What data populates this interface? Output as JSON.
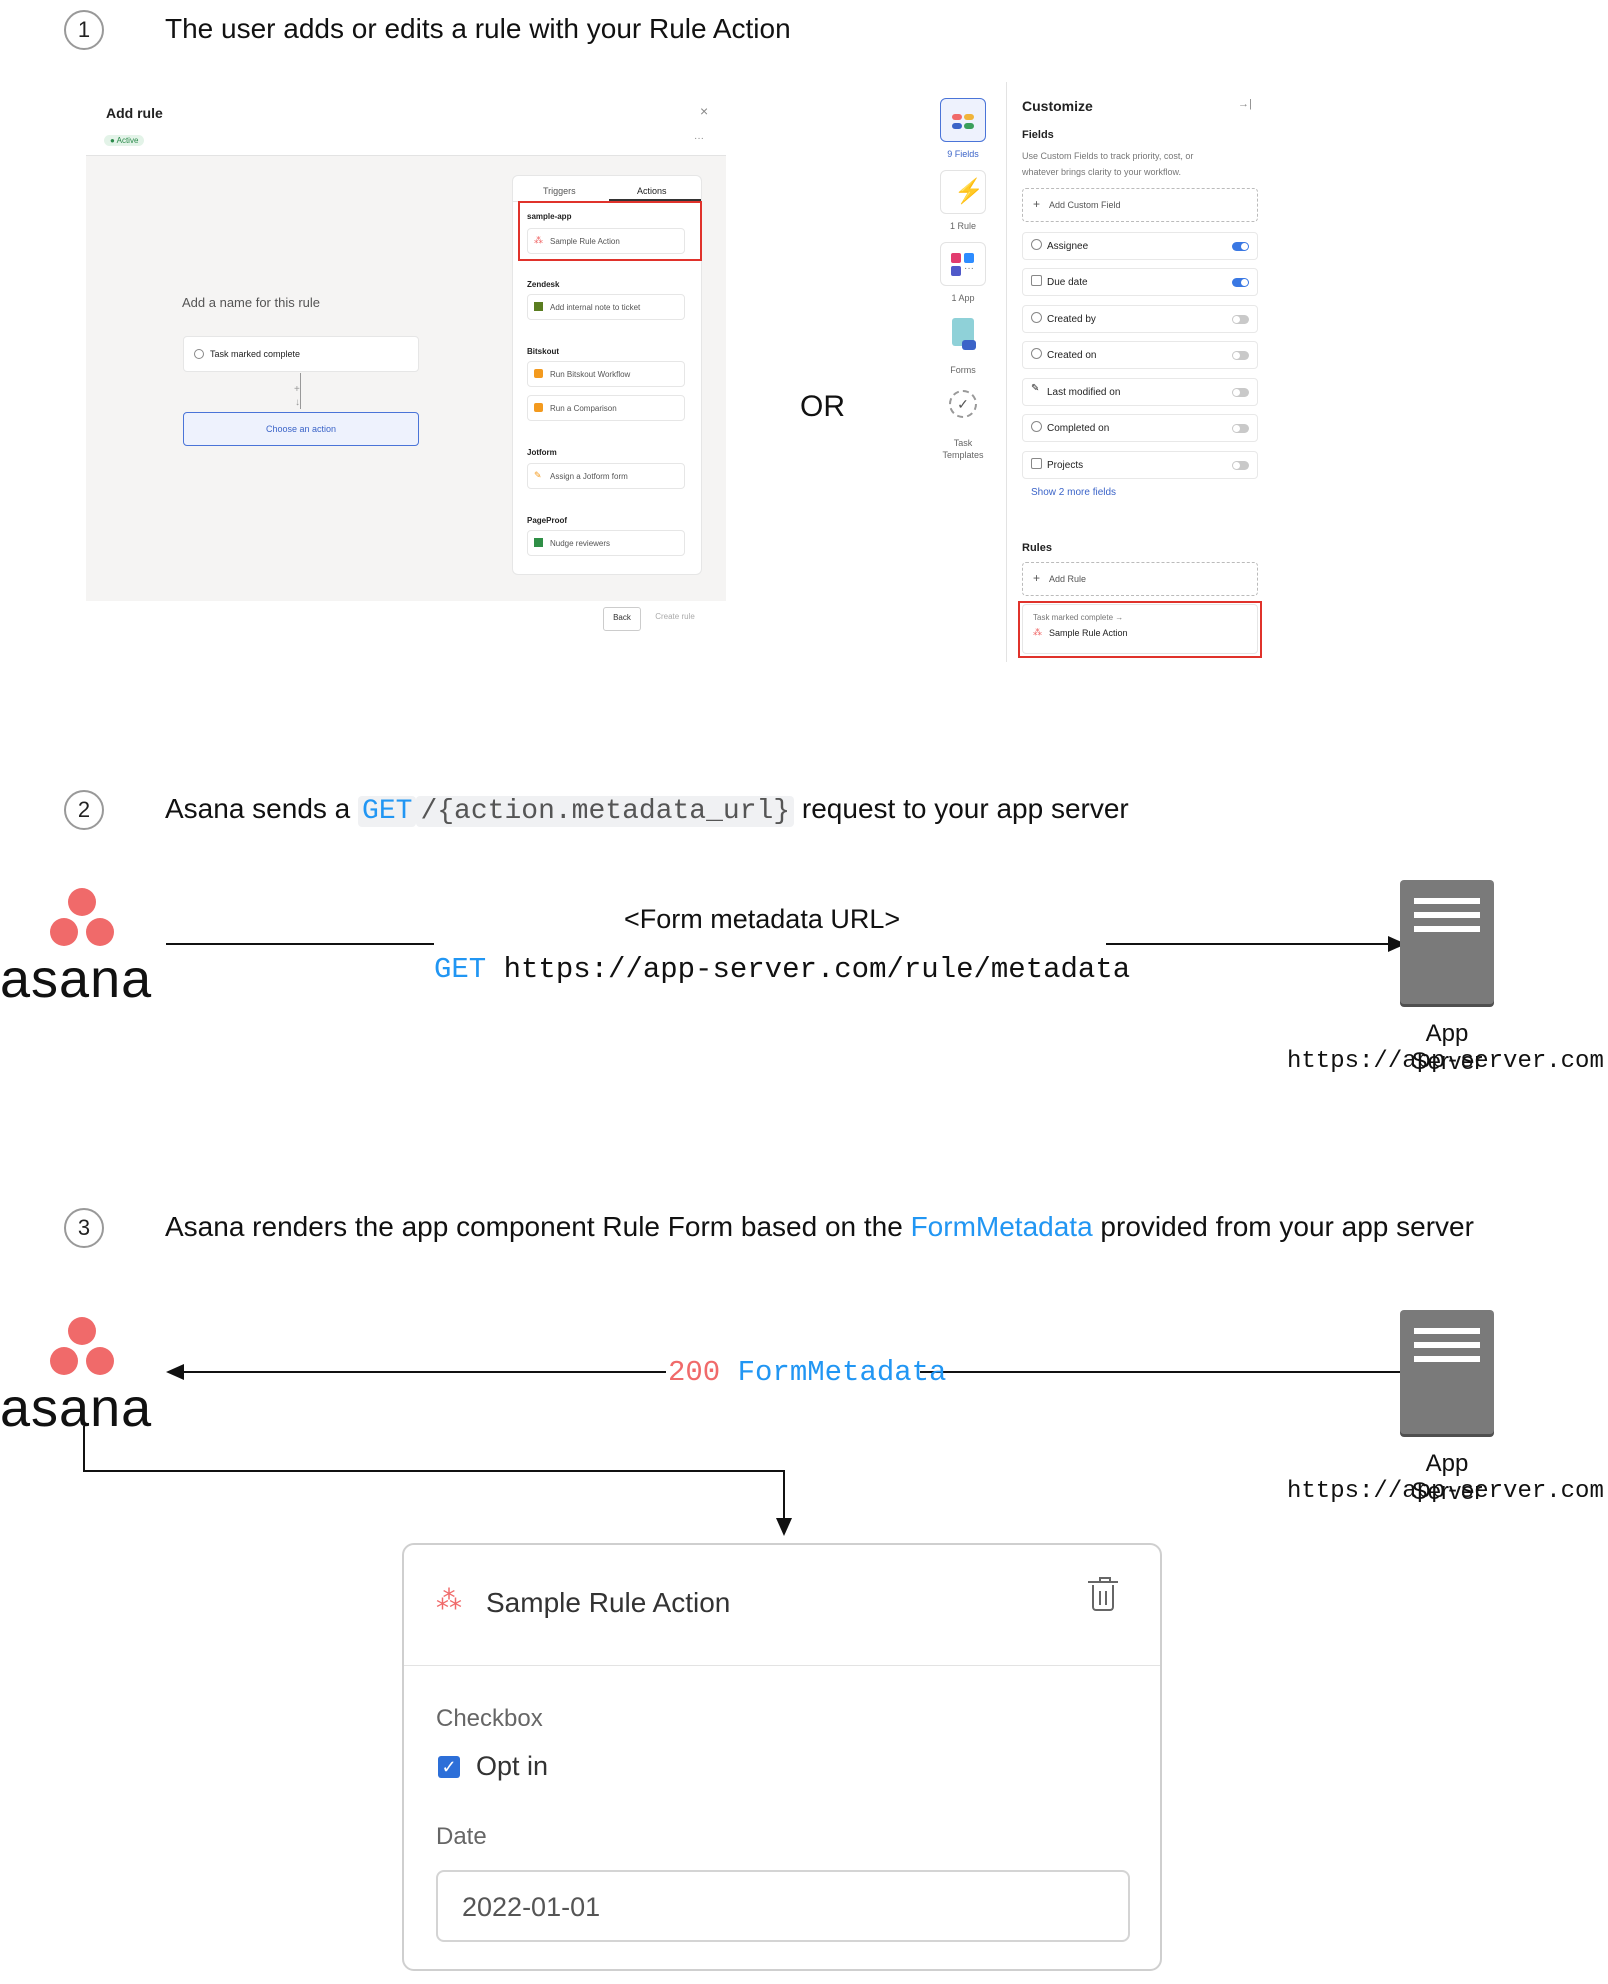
{
  "steps": [
    {
      "num": "1",
      "text": "The user adds or edits a rule with your Rule Action"
    },
    {
      "num": "2",
      "text_before": "Asana sends a ",
      "method": "GET",
      "path": "/{action.metadata_url}",
      "text_after": " request to your app server"
    },
    {
      "num": "3",
      "text_before": "Asana renders the app component Rule Form based on the ",
      "highlight": "FormMetadata",
      "text_after": " provided from your app server"
    }
  ],
  "or_label": "OR",
  "add_rule": {
    "title": "Add rule",
    "status": "Active",
    "rule_name_placeholder": "Add a name for this rule",
    "trigger": "Task marked complete",
    "choose_action": "Choose an action",
    "tabs": [
      "Triggers",
      "Actions"
    ],
    "groups": [
      {
        "name": "sample-app",
        "items": [
          "Sample Rule Action"
        ]
      },
      {
        "name": "Zendesk",
        "items": [
          "Add internal note to ticket"
        ]
      },
      {
        "name": "Bitskout",
        "items": [
          "Run Bitskout Workflow",
          "Run a Comparison"
        ]
      },
      {
        "name": "Jotform",
        "items": [
          "Assign a Jotform form"
        ]
      },
      {
        "name": "PageProof",
        "items": [
          "Nudge reviewers"
        ]
      }
    ],
    "back_label": "Back",
    "create_label": "Create rule",
    "close_glyph": "×",
    "more_glyph": "···"
  },
  "customize": {
    "title": "Customize",
    "collapse_glyph": "→|",
    "fields_heading": "Fields",
    "fields_desc_1": "Use Custom Fields to track priority, cost, or",
    "fields_desc_2": "whatever brings clarity to your workflow.",
    "add_custom_field": "Add Custom Field",
    "fields": [
      {
        "label": "Assignee",
        "on": true
      },
      {
        "label": "Due date",
        "on": true
      },
      {
        "label": "Created by",
        "on": false
      },
      {
        "label": "Created on",
        "on": false
      },
      {
        "label": "Last modified on",
        "on": false
      },
      {
        "label": "Completed on",
        "on": false
      },
      {
        "label": "Projects",
        "on": false
      }
    ],
    "show_more": "Show 2 more fields",
    "rules_heading": "Rules",
    "add_rule": "Add Rule",
    "rule_trigger": "Task marked complete →",
    "rule_action": "Sample Rule Action",
    "sidebar": [
      "9 Fields",
      "1 Rule",
      "1 App",
      "Forms",
      "Task\nTemplates"
    ]
  },
  "request": {
    "label": "<Form metadata URL>",
    "method": "GET",
    "url": "https://app-server.com/rule/metadata"
  },
  "response": {
    "status": "200",
    "body": "FormMetadata"
  },
  "server": {
    "name": "App Server",
    "url": "https://app-server.com"
  },
  "asana_wordmark": "asana",
  "form": {
    "title": "Sample Rule Action",
    "checkbox_label": "Checkbox",
    "checkbox_option": "Opt in",
    "checkbox_checked": true,
    "date_label": "Date",
    "date_value": "2022-01-01"
  },
  "colors": {
    "asana_coral": "#f06a6a",
    "link_blue": "#2196f3",
    "highlight_red": "#e0322b"
  }
}
